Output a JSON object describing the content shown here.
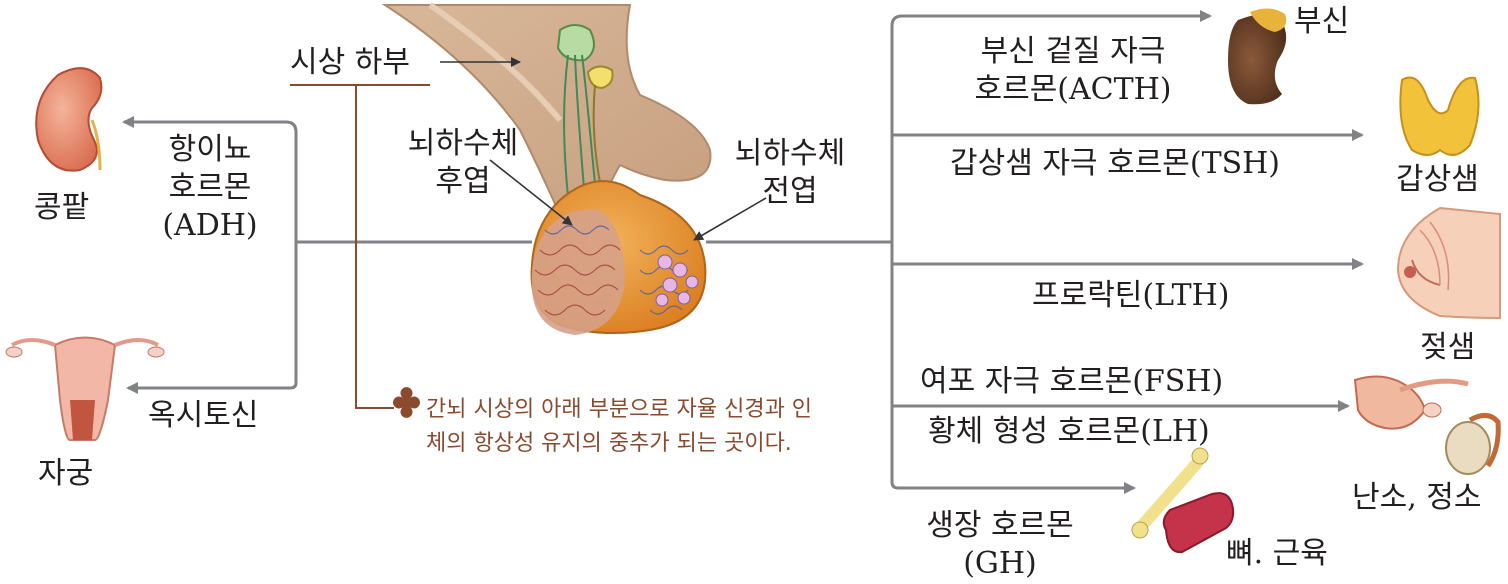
{
  "labels": {
    "hypothalamus": "시상 하부",
    "posterior_pituitary_1": "뇌하수체",
    "posterior_pituitary_2": "후엽",
    "anterior_pituitary_1": "뇌하수체",
    "anterior_pituitary_2": "전엽",
    "adh_1": "항이뇨",
    "adh_2": "호르몬",
    "adh_3": "(ADH)",
    "oxytocin": "옥시토신",
    "acth_1": "부신 겉질 자극",
    "acth_2": "호르몬(ACTH)",
    "tsh": "갑상샘 자극 호르몬(TSH)",
    "lth": "프로락틴(LTH)",
    "fsh": "여포 자극 호르몬(FSH)",
    "lh": "황체 형성 호르몬(LH)",
    "gh_1": "생장 호르몬",
    "gh_2": "(GH)"
  },
  "organs": {
    "kidney": "콩팥",
    "uterus": "자궁",
    "adrenal": "부신",
    "thyroid": "갑상샘",
    "mammary": "젖샘",
    "gonads": "난소, 정소",
    "bone_muscle": "뼈. 근육"
  },
  "note": {
    "line1": "간뇌 시상의 아래 부분으로 자율 신경과 인",
    "line2": "체의 항상성 유지의 중추가 되는 곳이다."
  },
  "colors": {
    "arrow": "#808285",
    "note_line": "#8a4a2e",
    "note_text": "#8a4a2e",
    "pituitary": "#e8952e"
  }
}
